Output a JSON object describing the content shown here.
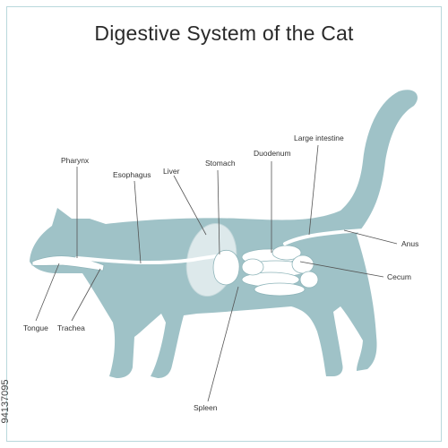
{
  "title": "Digestive System of the Cat",
  "image_id_text": "94137095",
  "colors": {
    "body": "#9fc2c7",
    "organ": "#ffffff",
    "organ_outline": "#8fb5ba",
    "liver_fill": "#dde9eb",
    "leader": "#555555",
    "frame": "#b9d8dc"
  },
  "labels": {
    "pharynx": "Pharynx",
    "esophagus": "Esophagus",
    "liver": "Liver",
    "stomach": "Stomach",
    "duodenum": "Duodenum",
    "large_intestine": "Large intestine",
    "anus": "Anus",
    "cecum": "Cecum",
    "tongue": "Tongue",
    "trachea": "Trachea",
    "spleen": "Spleen"
  }
}
